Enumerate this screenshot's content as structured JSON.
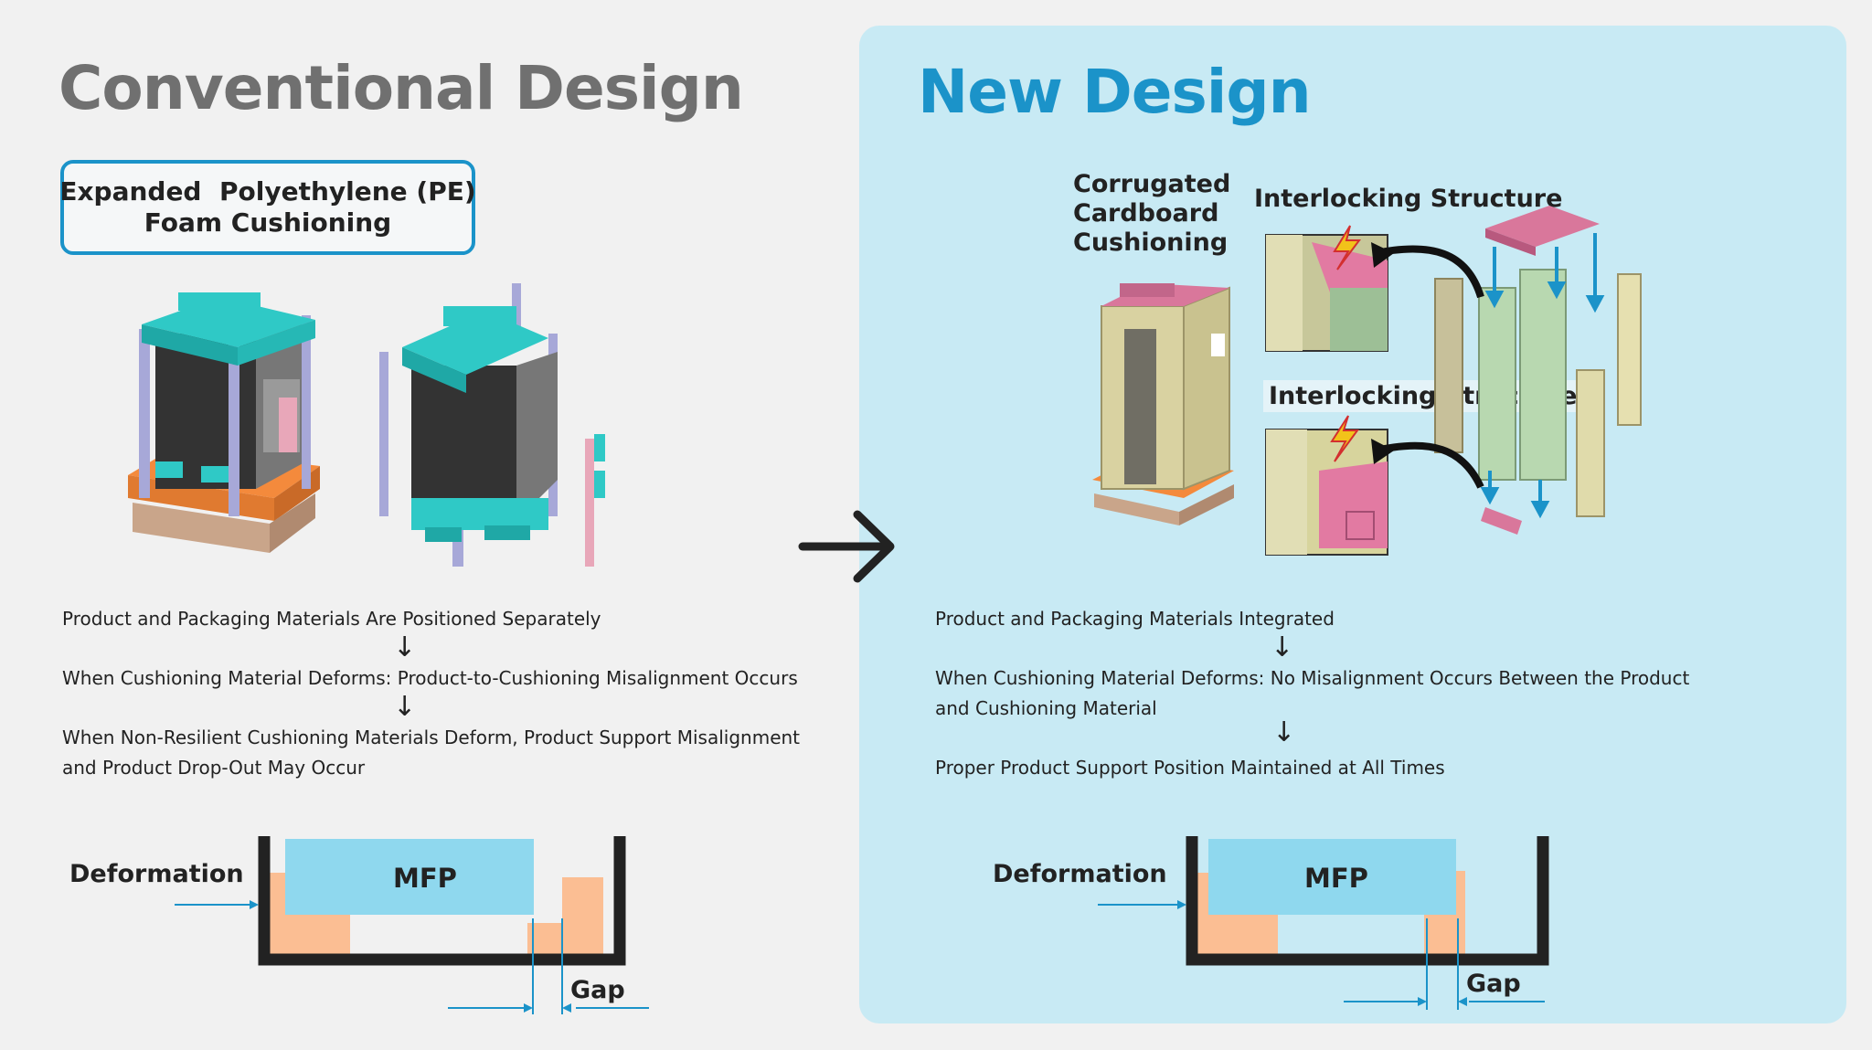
{
  "left": {
    "title": "Conventional Design",
    "box_line1": "Expanded  Polyethylene (PE)",
    "box_line2": "Foam Cushioning",
    "flow": {
      "step1": "Product and Packaging Materials Are Positioned Separately",
      "step2": "When Cushioning Material Deforms: Product-to-Cushioning Misalignment Occurs",
      "step3_line1": "When Non-Resilient Cushioning Materials Deform, Product Support Misalignment",
      "step3_line2": "and Product Drop-Out May Occur",
      "arrow": "↓"
    },
    "diagram": {
      "deformation": "Deformation",
      "mfp": "MFP",
      "gap": "Gap"
    }
  },
  "center_arrow": "→",
  "right": {
    "title": "New Design",
    "cushion_line1": "Corrugated",
    "cushion_line2": "Cardboard",
    "cushion_line3": "Cushioning",
    "interlock_top": "Interlocking Structure",
    "interlock_mid": "Interlocking Structure",
    "flow": {
      "step1": "Product and Packaging Materials Integrated",
      "step2_line1": "When Cushioning Material Deforms: No Misalignment Occurs Between the Product",
      "step2_line2": "and Cushioning Material",
      "step3": "Proper Product Support Position Maintained at All Times",
      "arrow": "↓"
    },
    "diagram": {
      "deformation": "Deformation",
      "mfp": "MFP",
      "gap": "Gap"
    }
  },
  "colors": {
    "accent": "#1b93c9",
    "panel": "#c8eaf4",
    "mfp": "#8fd8ee",
    "cushion": "#fbbe93",
    "teal_foam": "#2fc9c6",
    "cardboard": "#d9d2a1",
    "pink": "#d9779b"
  }
}
